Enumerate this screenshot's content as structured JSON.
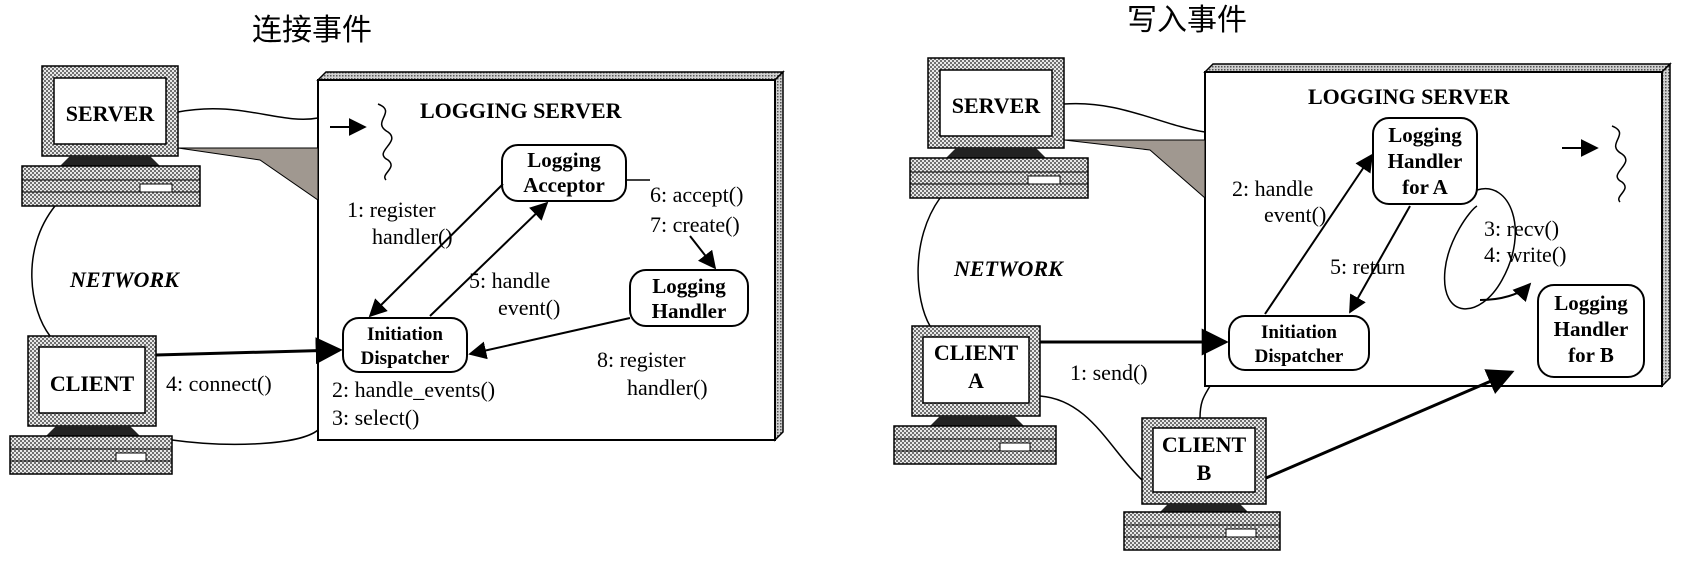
{
  "titles": {
    "connect": "连接事件",
    "write": "写入事件"
  },
  "left": {
    "server_label": "LOGGING  SERVER",
    "computer_server": "SERVER",
    "computer_client": "CLIENT",
    "network": "NETWORK",
    "logging_acceptor": [
      "Logging",
      "Acceptor"
    ],
    "logging_handler": [
      "Logging",
      "Handler"
    ],
    "initiation_dispatcher": [
      "Initiation",
      "Dispatcher"
    ],
    "step1": [
      "1: register",
      "handler()"
    ],
    "step5": [
      "5: handle",
      "event()"
    ],
    "step6": "6: accept()",
    "step7": "7: create()",
    "step8": [
      "8: register",
      "handler()"
    ],
    "step4": "4: connect()",
    "step2": "2: handle_events()",
    "step3": "3: select()"
  },
  "right": {
    "server_label": "LOGGING  SERVER",
    "computer_server": "SERVER",
    "computer_client_a": [
      "CLIENT",
      "A"
    ],
    "computer_client_b": [
      "CLIENT",
      "B"
    ],
    "network": "NETWORK",
    "handler_a": [
      "Logging",
      "Handler",
      "for A"
    ],
    "handler_b": [
      "Logging",
      "Handler",
      "for B"
    ],
    "initiation_dispatcher": [
      "Initiation",
      "Dispatcher"
    ],
    "step2": [
      "2: handle",
      "event()"
    ],
    "step5": "5: return",
    "step3": "3: recv()",
    "step4": "4: write()",
    "step1": "1: send()"
  },
  "colors": {
    "ink": "#000000",
    "background": "#ffffff",
    "dither": "#9a9a9a",
    "shade": "#a09890"
  }
}
